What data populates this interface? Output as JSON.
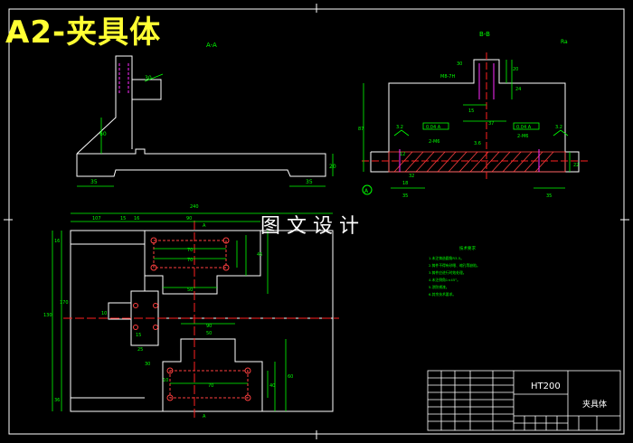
{
  "drawing": {
    "title": "A2-夹具体",
    "watermark": "图文设计",
    "section_aa": "A-A",
    "section_bb": "B-B",
    "material": "HT200",
    "part_name": "夹具体",
    "notes_title": "技术要求",
    "notes": [
      "1.未注铸造圆角R3-5。",
      "2.铸件不得有砂眼、缩孔等缺陷。",
      "3.铸件应进行时效处理。",
      "4.未注倒角1×45°。",
      "5.涂防锈漆。",
      "6.其余技术要求。"
    ]
  },
  "dimensions": {
    "top_view": [
      "35",
      "35",
      "60",
      "20",
      "30"
    ],
    "plan_view": [
      "240",
      "107",
      "15",
      "16",
      "90",
      "70",
      "70",
      "50",
      "90",
      "50",
      "70",
      "16",
      "130",
      "170",
      "40",
      "60",
      "10",
      "15",
      "25",
      "45",
      "36",
      "30",
      "10"
    ],
    "section_bb": [
      "20",
      "24",
      "30",
      "15",
      "37",
      "87",
      "2-M6",
      "2-M6",
      "35",
      "35",
      "22",
      "18",
      "32",
      "12",
      "M8-7H",
      "0.04 A",
      "0.04 A",
      "3.2",
      "3.2",
      "3.6"
    ]
  },
  "colors": {
    "background": "#000000",
    "outline": "#ffffff",
    "dimension": "#00ff00",
    "centerline": "#ff2020",
    "hidden": "#ff2aff",
    "hatch": "#ff4040",
    "title": "#ffff33"
  }
}
